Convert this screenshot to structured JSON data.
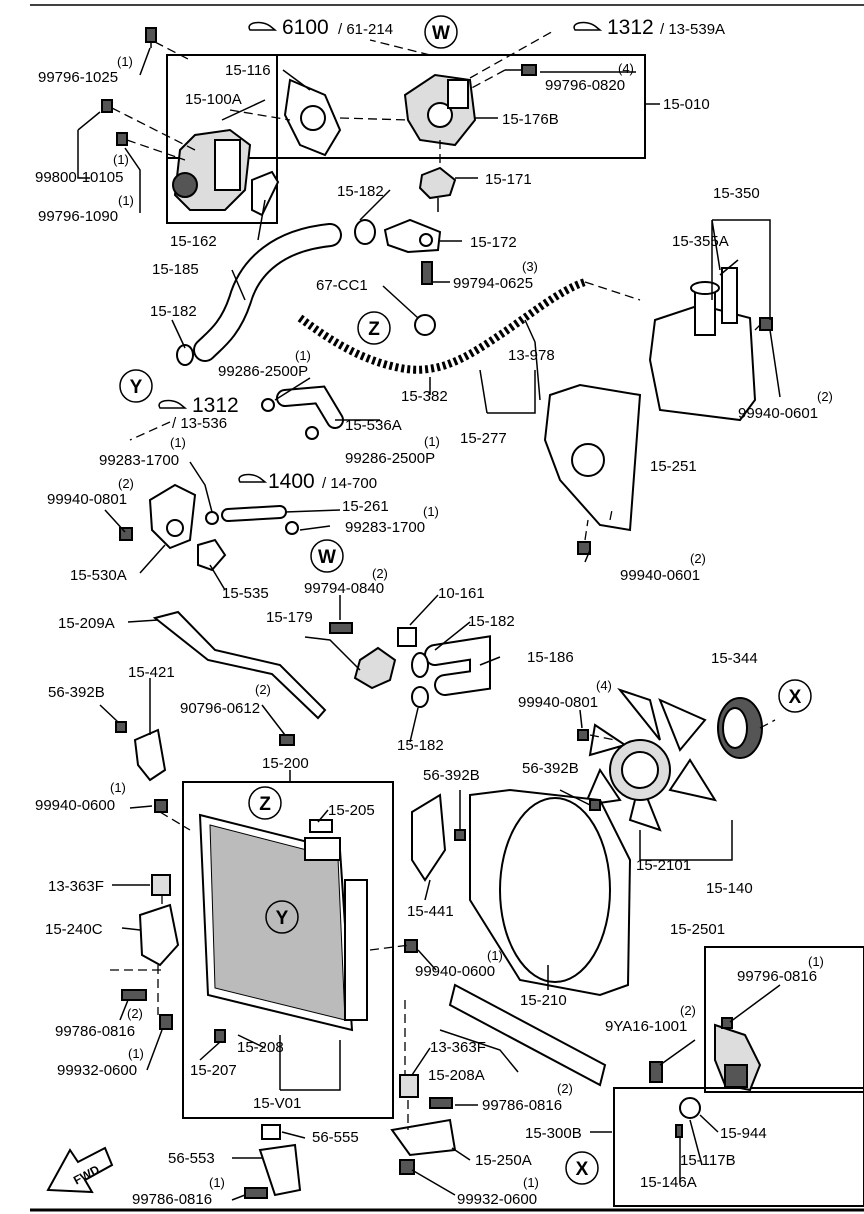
{
  "refs": {
    "ref_6100": "6100",
    "ref_6100_sub": "/ 61-214",
    "ref_1312_top": "1312",
    "ref_1312_top_sub": "/ 13-539A",
    "ref_1312_left": "1312",
    "ref_1312_left_sub": "/ 13-536",
    "ref_1400": "1400",
    "ref_1400_sub": "/ 14-700"
  },
  "circles": {
    "W": "W",
    "Z": "Z",
    "Y": "Y",
    "X": "X"
  },
  "fwd_label": "FWD",
  "labels": {
    "p99796_1025": "99796-1025",
    "q99796_1025": "(1)",
    "p99800_10105": "99800-10105",
    "p99796_1090": "99796-1090",
    "q99796_1090": "(1)",
    "q99800": "(1)",
    "p15_116": "15-116",
    "p15_100A": "15-100A",
    "p99796_0820": "99796-0820",
    "q99796_0820": "(4)",
    "p15_010": "15-010",
    "p15_176B": "15-176B",
    "p15_171": "15-171",
    "p15_182a": "15-182",
    "p15_162": "15-162",
    "p15_172": "15-172",
    "p15_185": "15-185",
    "p99794_0625": "99794-0625",
    "q99794_0625": "(3)",
    "p67_CC1": "67-CC1",
    "p15_182b": "15-182",
    "p15_350": "15-350",
    "p15_355A": "15-355A",
    "p13_978": "13-978",
    "p99286_2500P_a": "99286-2500P",
    "q99286_a": "(1)",
    "p15_382": "15-382",
    "p99940_0601_a": "99940-0601",
    "q99940_0601_a": "(2)",
    "p15_536A": "15-536A",
    "p15_277": "15-277",
    "p99283_1700_a": "99283-1700",
    "q99283_a": "(1)",
    "p99286_2500P_b": "99286-2500P",
    "q99286_b": "(1)",
    "p15_251": "15-251",
    "p99940_0801_a": "99940-0801",
    "q99940_0801_a": "(2)",
    "p15_261": "15-261",
    "p99283_1700_b": "99283-1700",
    "q99283_b": "(1)",
    "p15_530A": "15-530A",
    "p15_535": "15-535",
    "p99940_0601_b": "99940-0601",
    "q99940_0601_b": "(2)",
    "p99794_0840": "99794-0840",
    "q99794_0840": "(2)",
    "p10_161": "10-161",
    "p15_209A": "15-209A",
    "p15_179": "15-179",
    "p15_182c": "15-182",
    "p15_186": "15-186",
    "p15_421": "15-421",
    "p15_344": "15-344",
    "p56_392B_a": "56-392B",
    "p90796_0612": "90796-0612",
    "q90796_0612": "(2)",
    "p99940_0801_b": "99940-0801",
    "q99940_0801_b": "(4)",
    "p15_182d": "15-182",
    "p15_200": "15-200",
    "p56_392B_b": "56-392B",
    "p56_392B_c": "56-392B",
    "p99940_0600_a": "99940-0600",
    "q99940_0600_a": "(1)",
    "p15_205": "15-205",
    "p15_2101": "15-2101",
    "p15_140": "15-140",
    "p15_2501": "15-2501",
    "p13_363F_a": "13-363F",
    "p15_441": "15-441",
    "p15_240C": "15-240C",
    "p99940_0600_b": "99940-0600",
    "q99940_0600_b": "(1)",
    "p15_210": "15-210",
    "p99796_0816": "99796-0816",
    "q99796_0816": "(1)",
    "p9YA16_1001": "9YA16-1001",
    "q9YA16_1001": "(2)",
    "p99786_0816_a": "99786-0816",
    "q99786_0816_a": "(2)",
    "p99932_0600_a": "99932-0600",
    "q99932_0600_a": "(1)",
    "p15_208": "15-208",
    "p15_207": "15-207",
    "p13_363F_b": "13-363F",
    "p15_208A": "15-208A",
    "p15_V01": "15-V01",
    "p99786_0816_b": "99786-0816",
    "q99786_0816_b": "(2)",
    "p15_300B": "15-300B",
    "p15_944": "15-944",
    "p56_555": "56-555",
    "p15_250A": "15-250A",
    "p56_553": "56-553",
    "p15_117B": "15-117B",
    "p99786_0816_c": "99786-0816",
    "q99786_0816_c": "(1)",
    "p99932_0600_b": "99932-0600",
    "q99932_0600_b": "(1)",
    "p15_146A": "15-146A"
  }
}
